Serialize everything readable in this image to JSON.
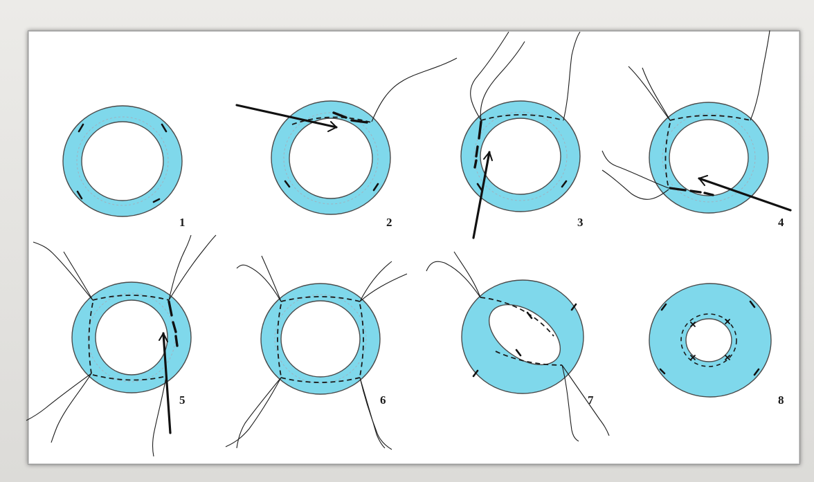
{
  "panels": [
    {
      "label": "1"
    },
    {
      "label": "2"
    },
    {
      "label": "3"
    },
    {
      "label": "4"
    },
    {
      "label": "5"
    },
    {
      "label": "6"
    },
    {
      "label": "7"
    },
    {
      "label": "8"
    }
  ],
  "colors": {
    "tissue": "#7fd8eb",
    "outline": "#4a4a4a",
    "suture": "#1a1a1a",
    "background": "#ffffff"
  }
}
